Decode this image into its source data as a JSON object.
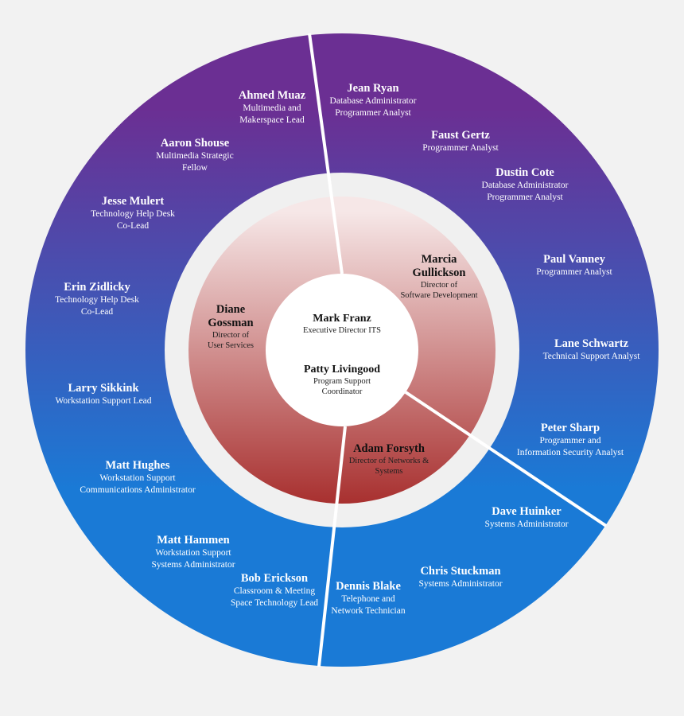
{
  "colors": {
    "background": "#f2f2f2",
    "outer_ring_top": "#6b2f93",
    "outer_ring_bottom": "#1a7ad6",
    "middle_ring_top": "#f6e7e7",
    "middle_ring_bottom": "#a8302f",
    "gap_ring": "#f0f0f0",
    "core": "#ffffff",
    "divider": "#ffffff"
  },
  "core": [
    {
      "name": "Mark Franz",
      "role": [
        "Executive Director ITS"
      ]
    },
    {
      "name": "Patty Livingood",
      "role": [
        "Program Support",
        "Coordinator"
      ]
    }
  ],
  "directors": [
    {
      "key": "diane",
      "name": [
        "Diane",
        "Gossman"
      ],
      "role": [
        "Director of",
        "User Services"
      ]
    },
    {
      "key": "marcia",
      "name": [
        "Marcia",
        "Gullickson"
      ],
      "role": [
        "Director of",
        "Software Development"
      ]
    },
    {
      "key": "adam",
      "name": [
        "Adam Forsyth"
      ],
      "role": [
        "Director of Networks &",
        "Systems"
      ]
    }
  ],
  "staff": [
    {
      "key": "ahmed",
      "name": "Ahmed Muaz",
      "role": [
        "Multimedia and",
        "Makerspace Lead"
      ]
    },
    {
      "key": "jeanr",
      "name": "Jean Ryan",
      "role": [
        "Database Administrator",
        "Programmer Analyst"
      ]
    },
    {
      "key": "aaron",
      "name": "Aaron Shouse",
      "role": [
        "Multimedia Strategic",
        "Fellow"
      ]
    },
    {
      "key": "faust",
      "name": "Faust Gertz",
      "role": [
        "Programmer Analyst"
      ]
    },
    {
      "key": "dustin",
      "name": "Dustin Cote",
      "role": [
        "Database Administrator",
        "Programmer Analyst"
      ]
    },
    {
      "key": "jesse",
      "name": "Jesse Mulert",
      "role": [
        "Technology Help Desk",
        "Co-Lead"
      ]
    },
    {
      "key": "paul",
      "name": "Paul Vanney",
      "role": [
        "Programmer Analyst"
      ]
    },
    {
      "key": "erin",
      "name": "Erin Zidlicky",
      "role": [
        "Technology Help Desk",
        "Co-Lead"
      ]
    },
    {
      "key": "lane",
      "name": "Lane Schwartz",
      "role": [
        "Technical Support Analyst"
      ]
    },
    {
      "key": "larry",
      "name": "Larry Sikkink",
      "role": [
        "Workstation Support Lead"
      ]
    },
    {
      "key": "peter",
      "name": "Peter Sharp",
      "role": [
        "Programmer and",
        "Information Security Analyst"
      ]
    },
    {
      "key": "matthu",
      "name": "Matt Hughes",
      "role": [
        "Workstation Support",
        "Communications Administrator"
      ]
    },
    {
      "key": "dave",
      "name": "Dave Huinker",
      "role": [
        "Systems Administrator"
      ]
    },
    {
      "key": "mattha",
      "name": "Matt Hammen",
      "role": [
        "Workstation Support",
        "Systems Administrator"
      ]
    },
    {
      "key": "chris",
      "name": "Chris Stuckman",
      "role": [
        "Systems Administrator"
      ]
    },
    {
      "key": "bob",
      "name": "Bob Erickson",
      "role": [
        "Classroom & Meeting",
        "Space Technology Lead"
      ]
    },
    {
      "key": "dennis",
      "name": "Dennis Blake",
      "role": [
        "Telephone and",
        "Network Technician"
      ]
    }
  ]
}
